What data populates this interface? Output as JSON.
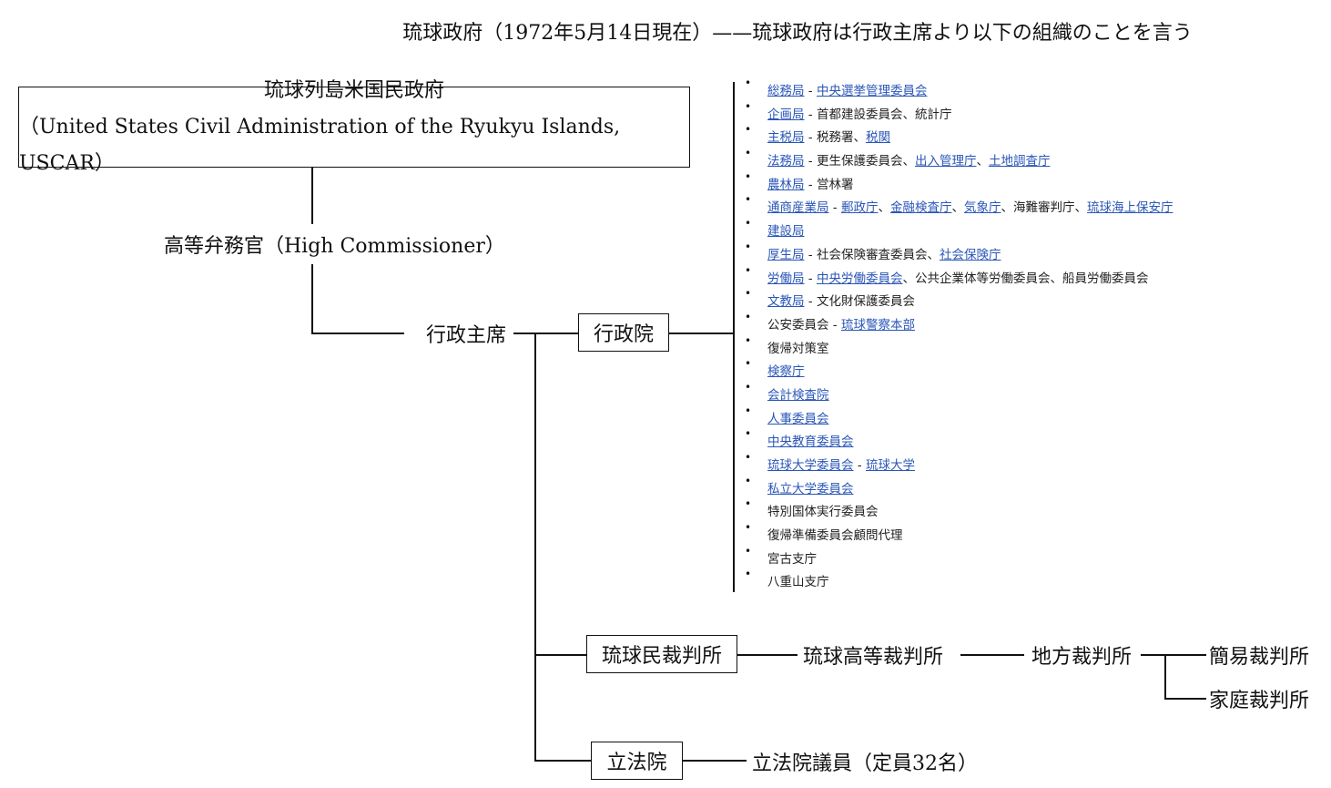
{
  "title": "琉球政府（1972年5月14日現在）——琉球政府は行政主席より以下の組織のことを言う",
  "uscar": {
    "name_ja": "琉球列島米国民政府",
    "name_en": "（United States Civil Administration of the Ryukyu Islands, USCAR）"
  },
  "high_commissioner": "高等弁務官（High Commissioner）",
  "chief_executive": "行政主席",
  "executive": "行政院",
  "court": "琉球民裁判所",
  "high_court": "琉球高等裁判所",
  "district_court": "地方裁判所",
  "summary_court": "簡易裁判所",
  "family_court": "家庭裁判所",
  "legislature": "立法院",
  "legislators": "立法院議員（定員32名）",
  "link_color": "#2a56b8",
  "agencies": [
    [
      {
        "t": "総務局",
        "link": true
      },
      {
        "t": " - ",
        "link": false
      },
      {
        "t": "中央選挙管理委員会",
        "link": true
      }
    ],
    [
      {
        "t": "企画局",
        "link": true
      },
      {
        "t": " - 首都建設委員会、統計庁",
        "link": false
      }
    ],
    [
      {
        "t": "主税局",
        "link": true
      },
      {
        "t": " - 税務署、",
        "link": false
      },
      {
        "t": "税関",
        "link": true
      }
    ],
    [
      {
        "t": "法務局",
        "link": true
      },
      {
        "t": " - 更生保護委員会、",
        "link": false
      },
      {
        "t": "出入管理庁",
        "link": true
      },
      {
        "t": "、",
        "link": false
      },
      {
        "t": "土地調査庁",
        "link": true
      }
    ],
    [
      {
        "t": "農林局",
        "link": true
      },
      {
        "t": " - 営林署",
        "link": false
      }
    ],
    [
      {
        "t": "通商産業局",
        "link": true
      },
      {
        "t": " - ",
        "link": false
      },
      {
        "t": "郵政庁",
        "link": true
      },
      {
        "t": "、",
        "link": false
      },
      {
        "t": "金融検査庁",
        "link": true
      },
      {
        "t": "、",
        "link": false
      },
      {
        "t": "気象庁",
        "link": true
      },
      {
        "t": "、海難審判庁、",
        "link": false
      },
      {
        "t": "琉球海上保安庁",
        "link": true
      }
    ],
    [
      {
        "t": "建設局",
        "link": true
      }
    ],
    [
      {
        "t": "厚生局",
        "link": true
      },
      {
        "t": " - 社会保険審査委員会、",
        "link": false
      },
      {
        "t": "社会保険庁",
        "link": true
      }
    ],
    [
      {
        "t": "労働局",
        "link": true
      },
      {
        "t": " - ",
        "link": false
      },
      {
        "t": "中央労働委員会",
        "link": true
      },
      {
        "t": "、公共企業体等労働委員会、船員労働委員会",
        "link": false
      }
    ],
    [
      {
        "t": "文教局",
        "link": true
      },
      {
        "t": " - 文化財保護委員会",
        "link": false
      }
    ],
    [
      {
        "t": "公安委員会 - ",
        "link": false
      },
      {
        "t": "琉球警察本部",
        "link": true
      }
    ],
    [
      {
        "t": "復帰対策室",
        "link": false
      }
    ],
    [
      {
        "t": "検察庁",
        "link": true
      }
    ],
    [
      {
        "t": "会計検査院",
        "link": true
      }
    ],
    [
      {
        "t": "人事委員会",
        "link": true
      }
    ],
    [
      {
        "t": "中央教育委員会",
        "link": true
      }
    ],
    [
      {
        "t": "琉球大学委員会",
        "link": true
      },
      {
        "t": " - ",
        "link": false
      },
      {
        "t": "琉球大学",
        "link": true
      }
    ],
    [
      {
        "t": "私立大学委員会",
        "link": true
      }
    ],
    [
      {
        "t": "特別国体実行委員会",
        "link": false
      }
    ],
    [
      {
        "t": "復帰準備委員会顧問代理",
        "link": false
      }
    ],
    [
      {
        "t": "宮古支庁",
        "link": false
      }
    ],
    [
      {
        "t": "八重山支庁",
        "link": false
      }
    ]
  ]
}
